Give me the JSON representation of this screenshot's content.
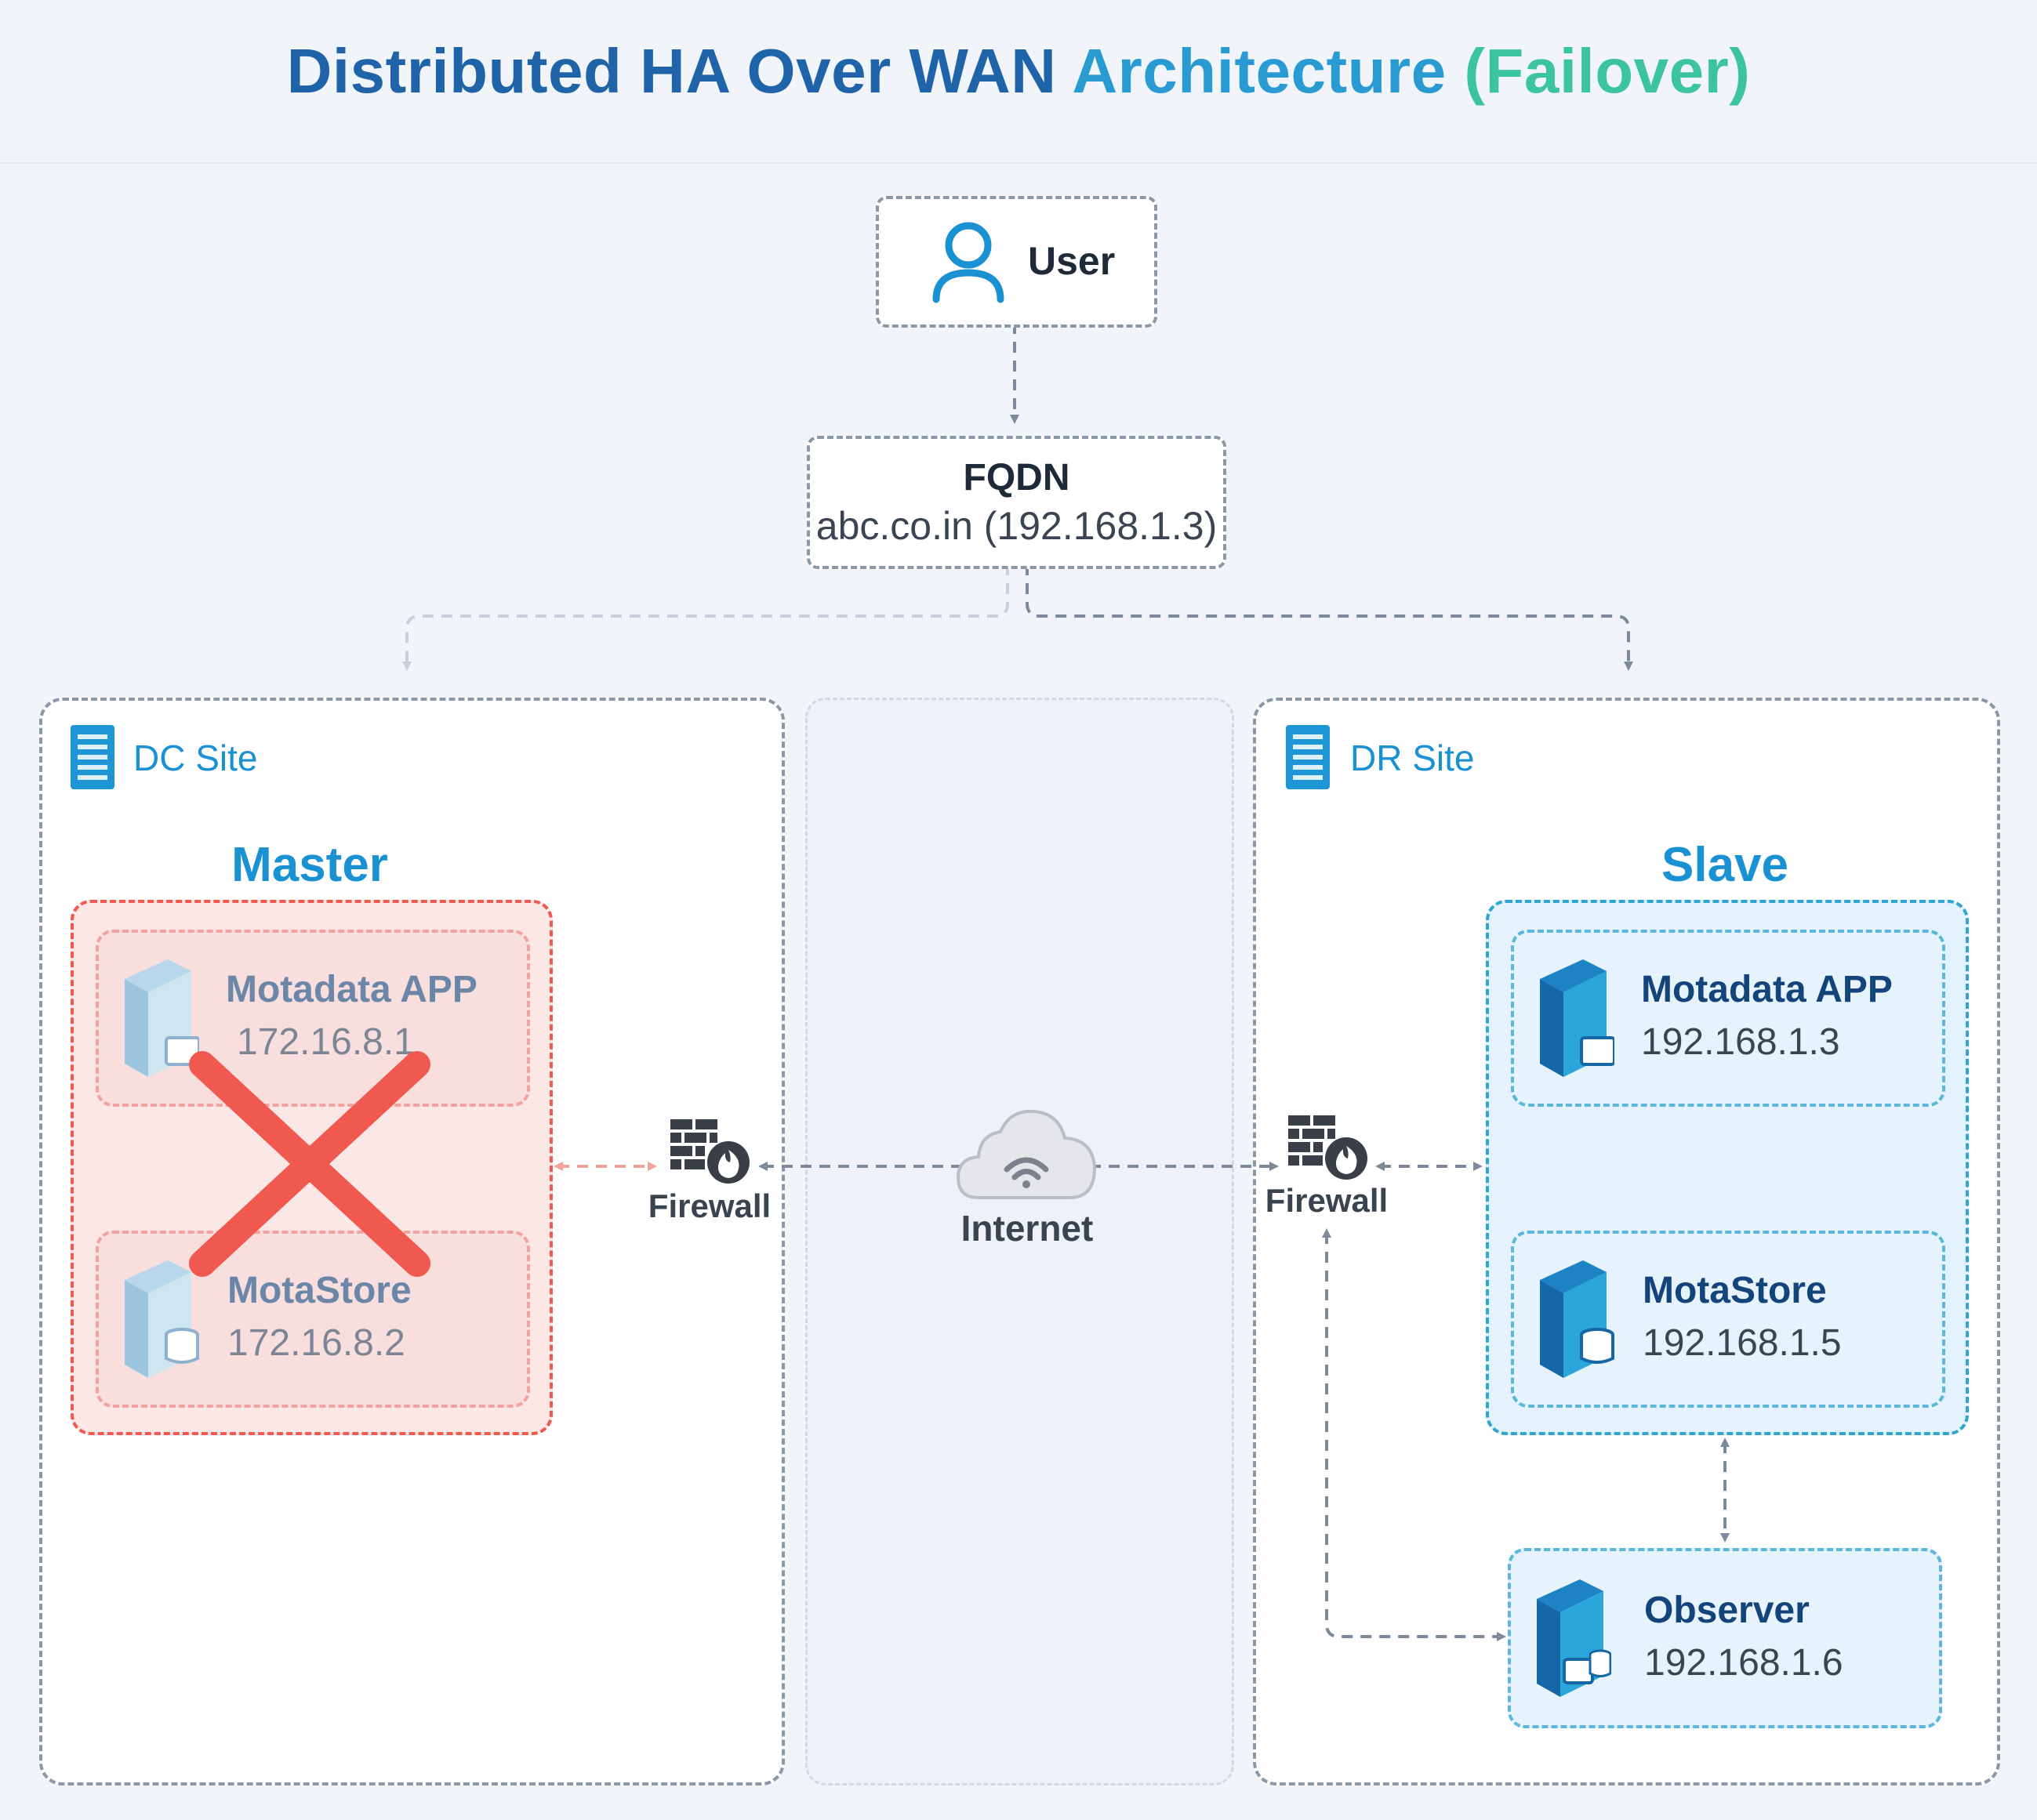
{
  "title": {
    "part1": "Distributed HA Over WAN ",
    "part2": "Architecture ",
    "part3": "(Failover)"
  },
  "user": {
    "label": "User"
  },
  "fqdn": {
    "label": "FQDN",
    "value": "abc.co.in (192.168.1.3)"
  },
  "dc_site": {
    "label": "DC Site",
    "group_title": "Master",
    "status": "failed",
    "app": {
      "name": "Motadata APP",
      "ip": "172.16.8.1"
    },
    "store": {
      "name": "MotaStore",
      "ip": "172.16.8.2"
    }
  },
  "dr_site": {
    "label": "DR Site",
    "group_title": "Slave",
    "app": {
      "name": "Motadata APP",
      "ip": "192.168.1.3"
    },
    "store": {
      "name": "MotaStore",
      "ip": "192.168.1.5"
    },
    "observer": {
      "name": "Observer",
      "ip": "192.168.1.6"
    }
  },
  "firewall_left": {
    "label": "Firewall"
  },
  "firewall_right": {
    "label": "Firewall"
  },
  "internet": {
    "label": "Internet"
  },
  "colors": {
    "failed": "#f0594f",
    "accent": "#1a91d2",
    "dark_blue": "#14457a",
    "connector": "#7d8a9c"
  },
  "icons": [
    "user-icon",
    "building-icon",
    "server-icon",
    "firewall-icon",
    "cloud-icon",
    "failure-x-icon"
  ]
}
